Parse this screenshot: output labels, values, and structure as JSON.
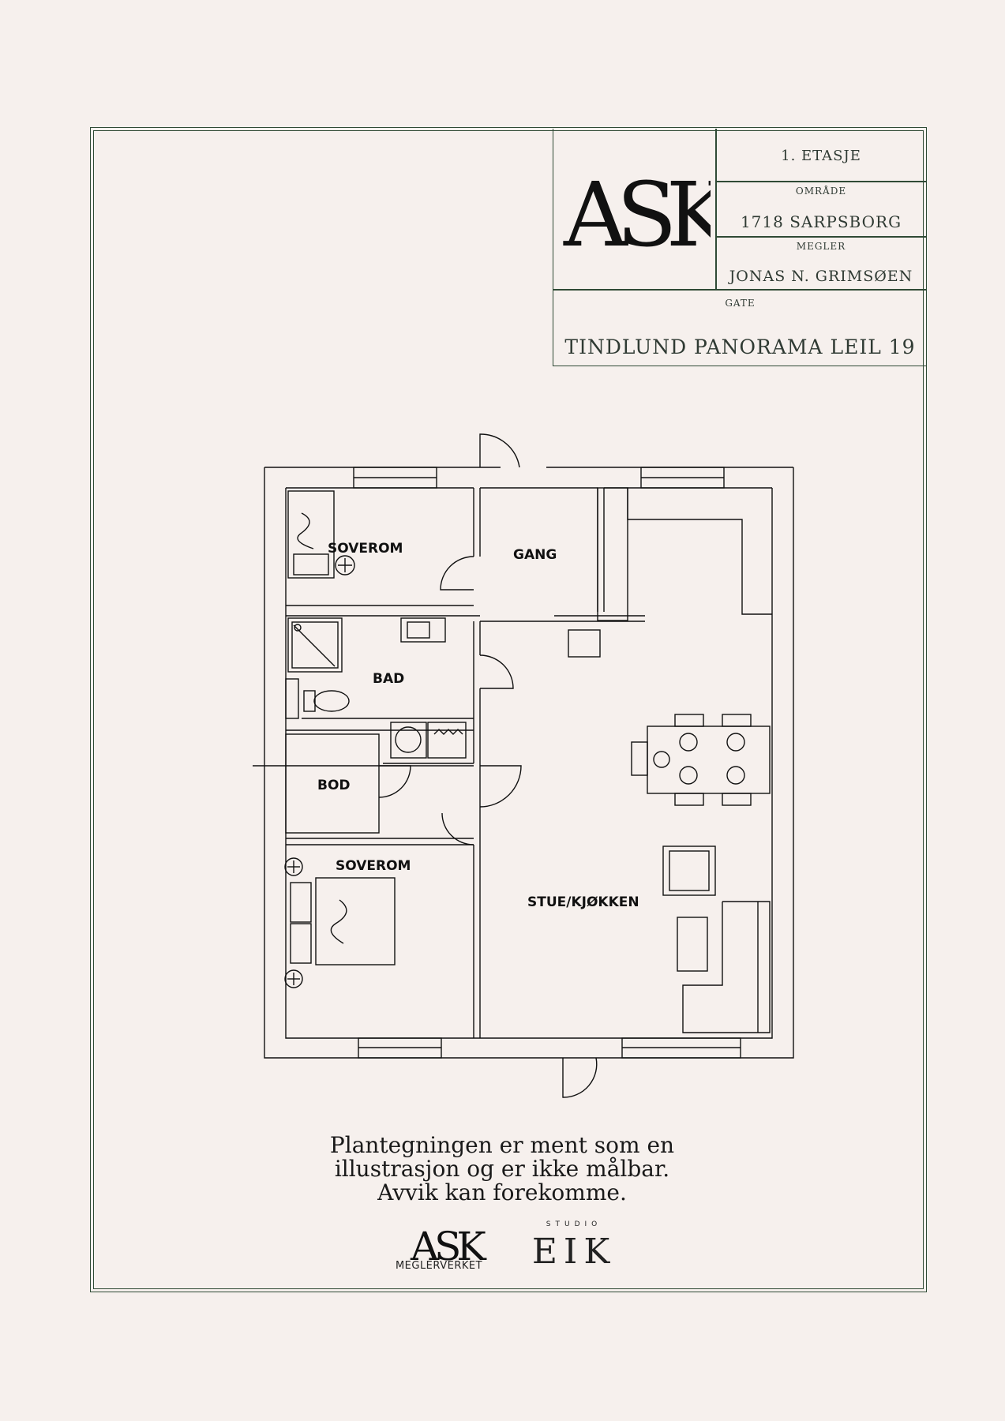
{
  "title_block": {
    "floor": "1. ETASJE",
    "area_label": "OMRÅDE",
    "area_value": "1718 SARPSBORG",
    "broker_label": "MEGLER",
    "broker_value": "JONAS N. GRIMSØEN",
    "street_label": "GATE",
    "street_value": "TINDLUND PANORAMA LEIL 19",
    "logo_text": "ASK"
  },
  "rooms": {
    "bedroom_top": "SOVEROM",
    "hall": "GANG",
    "bath": "BAD",
    "storage": "BOD",
    "bedroom_bottom": "SOVEROM",
    "living_kitchen": "STUE/KJØKKEN"
  },
  "disclaimer": {
    "line1": "Plantegningen er ment som en",
    "line2": "illustrasjon og er ikke målbar.",
    "line3": "Avvik kan forekomme."
  },
  "footer": {
    "ask_logo": "ASK",
    "ask_sub": "MEGLERVERKET",
    "studio_label": "STUDIO",
    "studio_name": "EIK"
  },
  "colors": {
    "background": "#f6f0ed",
    "frame": "#2f4a35",
    "line": "#111111"
  }
}
